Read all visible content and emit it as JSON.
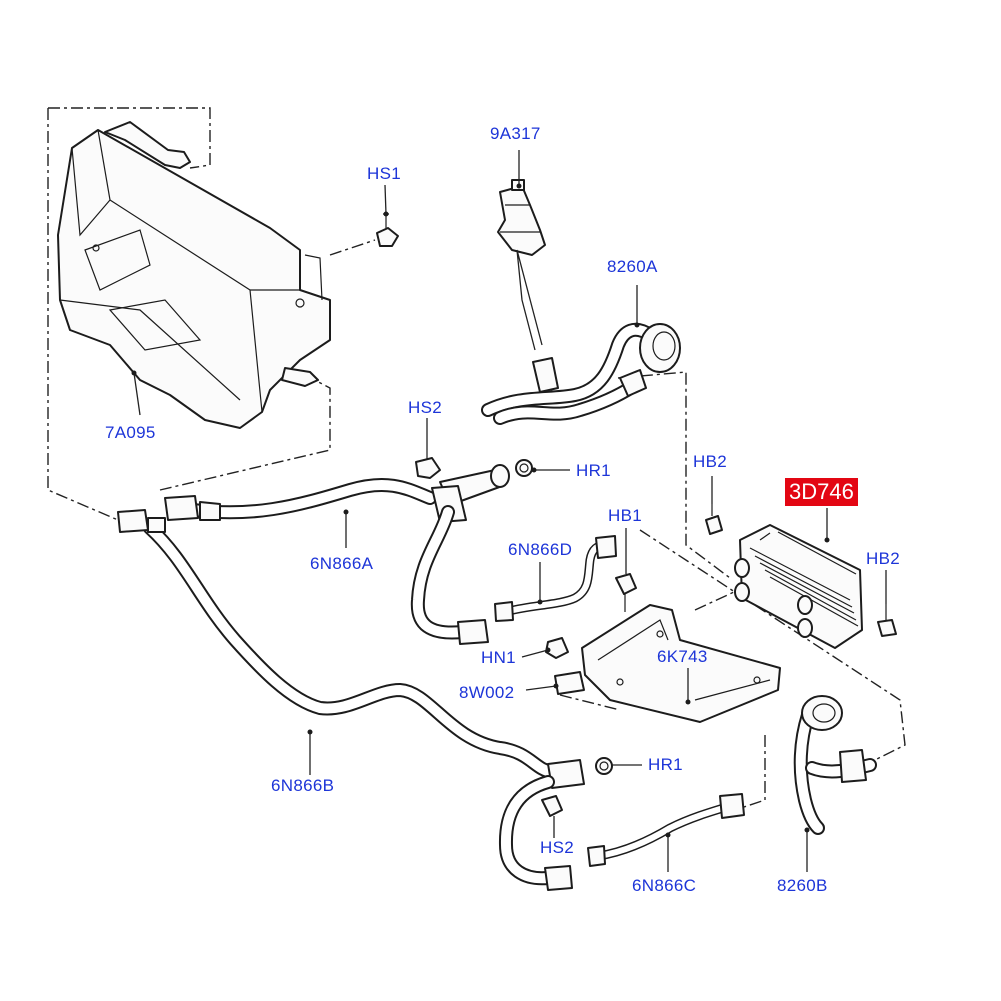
{
  "labels": {
    "l_9A317": "9A317",
    "l_HS1": "HS1",
    "l_8260A": "8260A",
    "l_7A095": "7A095",
    "l_HS2_top": "HS2",
    "l_HR1_top": "HR1",
    "l_HB2_top": "HB2",
    "l_3D746": "3D746",
    "l_HB1": "HB1",
    "l_6N866D": "6N866D",
    "l_HB2_right": "HB2",
    "l_6N866A": "6N866A",
    "l_6K743": "6K743",
    "l_HN1": "HN1",
    "l_8W002": "8W002",
    "l_HR1_bottom": "HR1",
    "l_6N866B": "6N866B",
    "l_HS2_bottom": "HS2",
    "l_6N866C": "6N866C",
    "l_8260B": "8260B"
  },
  "colors": {
    "label_text": "#1d35d8",
    "highlight_background": "#e30613",
    "highlight_text": "#ffffff",
    "line_art": "#1c1c1c"
  }
}
